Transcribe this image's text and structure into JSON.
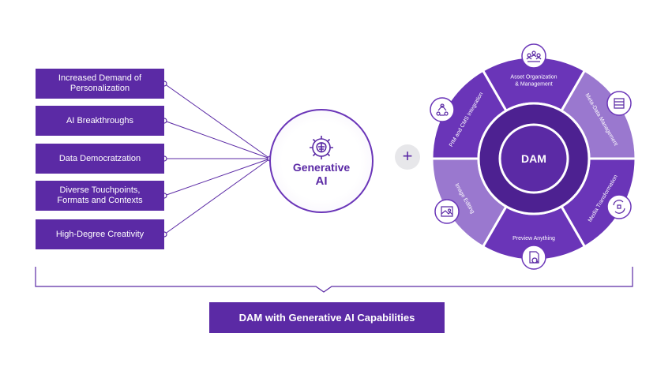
{
  "factors": [
    {
      "line1": "Increased Demand of",
      "line2": "Personalization"
    },
    {
      "line1": "AI Breakthroughs",
      "line2": ""
    },
    {
      "line1": "Data Democratzation",
      "line2": ""
    },
    {
      "line1": "Diverse Touchpoints,",
      "line2": "Formats and Contexts"
    },
    {
      "line1": "High-Degree Creativity",
      "line2": ""
    }
  ],
  "generative_ai": {
    "line1": "Generative",
    "line2": "AI",
    "icon": "ai-brain-gear-icon"
  },
  "plus_symbol": "+",
  "dam_wheel": {
    "center_label": "DAM",
    "segments": [
      {
        "label_line1": "Asset Organization",
        "label_line2": "& Management",
        "icon": "people-network-icon"
      },
      {
        "label_line1": "Meta-Data Management",
        "label_line2": "",
        "icon": "database-icon"
      },
      {
        "label_line1": "Media Transformation",
        "label_line2": "",
        "icon": "media-transform-icon"
      },
      {
        "label_line1": "Preview Anything",
        "label_line2": "",
        "icon": "document-search-icon"
      },
      {
        "label_line1": "Image Editing",
        "label_line2": "",
        "icon": "image-edit-icon"
      },
      {
        "label_line1": "PIM and CMS Integration",
        "label_line2": "",
        "icon": "integration-icon"
      }
    ]
  },
  "result_label": "DAM with Generative AI Capabilities",
  "colors": {
    "primary": "#5b2aa5",
    "segment_dark": "#6a35b8",
    "segment_light": "#9a78cf",
    "plus_bg": "#e7e7ea"
  }
}
